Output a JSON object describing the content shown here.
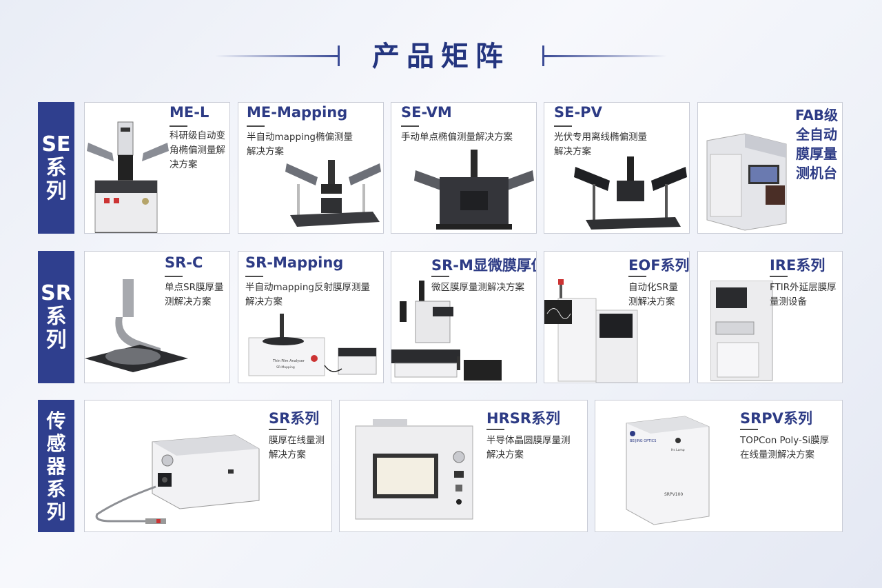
{
  "title": "产品矩阵",
  "series_labels": {
    "se": [
      "SE",
      "系",
      "列"
    ],
    "sr": [
      "SR",
      "系",
      "列"
    ],
    "sensor": [
      "传",
      "感",
      "器",
      "系",
      "列"
    ]
  },
  "se_products": [
    {
      "name": "ME-L",
      "desc": [
        "科研级自动变",
        "角椭偏测量解",
        "决方案"
      ]
    },
    {
      "name": "ME-Mapping",
      "desc": [
        "半自动mapping椭偏测量",
        "解决方案"
      ]
    },
    {
      "name": "SE-VM",
      "desc": [
        "手动单点椭偏测量解决方案"
      ]
    },
    {
      "name": "SE-PV",
      "desc": [
        "光伏专用离线椭偏测量",
        "解决方案"
      ]
    },
    {
      "name_lines": [
        "FAB级",
        "全自动",
        "膜厚量",
        "测机台"
      ]
    }
  ],
  "sr_products": [
    {
      "name": "SR-C",
      "desc": [
        "单点SR膜厚量",
        "测解决方案"
      ]
    },
    {
      "name": "SR-Mapping",
      "desc": [
        "半自动mapping反射膜厚测量",
        "解决方案"
      ]
    },
    {
      "name": "SR-M显微膜厚仪",
      "desc": [
        "微区膜厚量测解决方案"
      ]
    },
    {
      "name": "EOF系列",
      "desc": [
        "自动化SR量",
        "测解决方案"
      ]
    },
    {
      "name": "IRE系列",
      "desc": [
        "FTIR外延层膜厚",
        "量测设备"
      ]
    }
  ],
  "sensor_products": [
    {
      "name": "SR系列",
      "desc": [
        "膜厚在线量测",
        "解决方案"
      ]
    },
    {
      "name": "HRSR系列",
      "desc": [
        "半导体晶圆膜厚量测",
        "解决方案"
      ]
    },
    {
      "name": "SRPV系列",
      "desc": [
        "TOPCon Poly-Si膜厚",
        "在线量测解决方案"
      ]
    }
  ],
  "device_text": {
    "srpv_brand": "BEIJING OPTICS",
    "srpv_lamp": "Hs Lamp",
    "srpv_model": "SRPV100",
    "srmap_brand": "Thin Film Analyser",
    "srmap_model": "SR-Mapping"
  },
  "colors": {
    "accent": "#2f3f8e",
    "title": "#24357f",
    "name": "#2d3b85"
  }
}
